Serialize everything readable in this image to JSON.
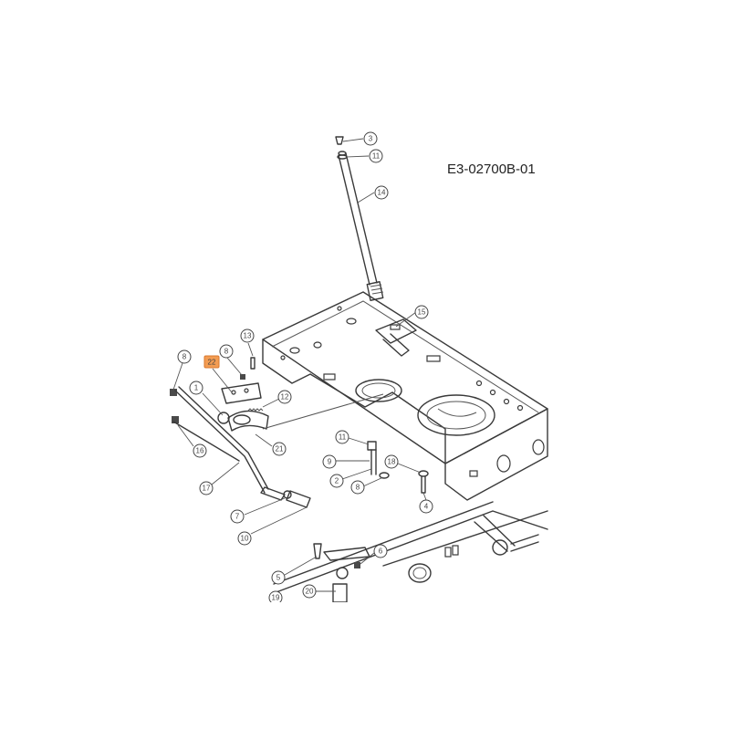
{
  "drawing_code": "E3-02700B-01",
  "highlight_color": "#f39c52",
  "callouts": [
    {
      "id": "c-3-top",
      "label": "3"
    },
    {
      "id": "c-11-top",
      "label": "11"
    },
    {
      "id": "c-14",
      "label": "14"
    },
    {
      "id": "c-15",
      "label": "15"
    },
    {
      "id": "c-13",
      "label": "13"
    },
    {
      "id": "c-8-left",
      "label": "8"
    },
    {
      "id": "c-8-mid",
      "label": "8"
    },
    {
      "id": "c-22",
      "label": "22",
      "highlighted": true
    },
    {
      "id": "c-1",
      "label": "1"
    },
    {
      "id": "c-12",
      "label": "12"
    },
    {
      "id": "c-21",
      "label": "21"
    },
    {
      "id": "c-16-left",
      "label": "16"
    },
    {
      "id": "c-17",
      "label": "17"
    },
    {
      "id": "c-7",
      "label": "7"
    },
    {
      "id": "c-10",
      "label": "10"
    },
    {
      "id": "c-11-mid",
      "label": "11"
    },
    {
      "id": "c-9",
      "label": "9"
    },
    {
      "id": "c-2",
      "label": "2"
    },
    {
      "id": "c-8-low",
      "label": "8"
    },
    {
      "id": "c-18",
      "label": "18"
    },
    {
      "id": "c-4",
      "label": "4"
    },
    {
      "id": "c-5",
      "label": "5"
    },
    {
      "id": "c-6",
      "label": "6"
    },
    {
      "id": "c-20",
      "label": "20"
    },
    {
      "id": "c-19",
      "label": "19"
    }
  ]
}
